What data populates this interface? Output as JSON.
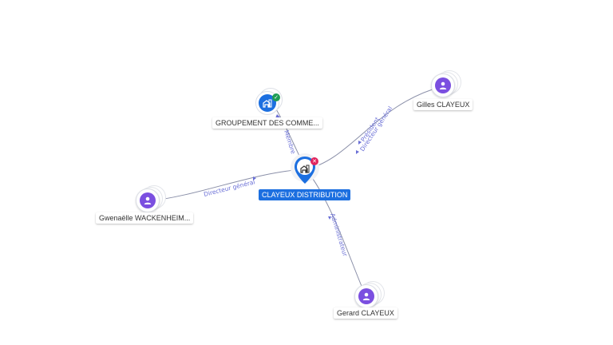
{
  "nodes": {
    "center": {
      "label": "CLAYEUX DISTRIBUTION",
      "icon": "company-building-icon",
      "badge": "close-badge-icon",
      "badge_color": "#e0245e"
    },
    "groupement": {
      "label": "GROUPEMENT DES COMME...",
      "icon": "company-building-icon",
      "badge": "check-badge-icon",
      "badge_color": "#1f9d55"
    },
    "gilles": {
      "label": "Gilles CLAYEUX",
      "icon": "person-icon"
    },
    "gwenaelle": {
      "label": "Gwenaëlle WACKENHEIM...",
      "icon": "person-icon"
    },
    "gerard": {
      "label": "Gerard CLAYEUX",
      "icon": "person-icon"
    }
  },
  "edges": {
    "membre": "Membre",
    "president": "Président",
    "directeur_general_gilles": "Directeur général",
    "directeur_general_gwenaelle": "Directeur général",
    "administrateur": "Administrateur"
  },
  "colors": {
    "company": "#1c6fe0",
    "person": "#7b4fe0",
    "edge_label": "#6a6fd6"
  }
}
